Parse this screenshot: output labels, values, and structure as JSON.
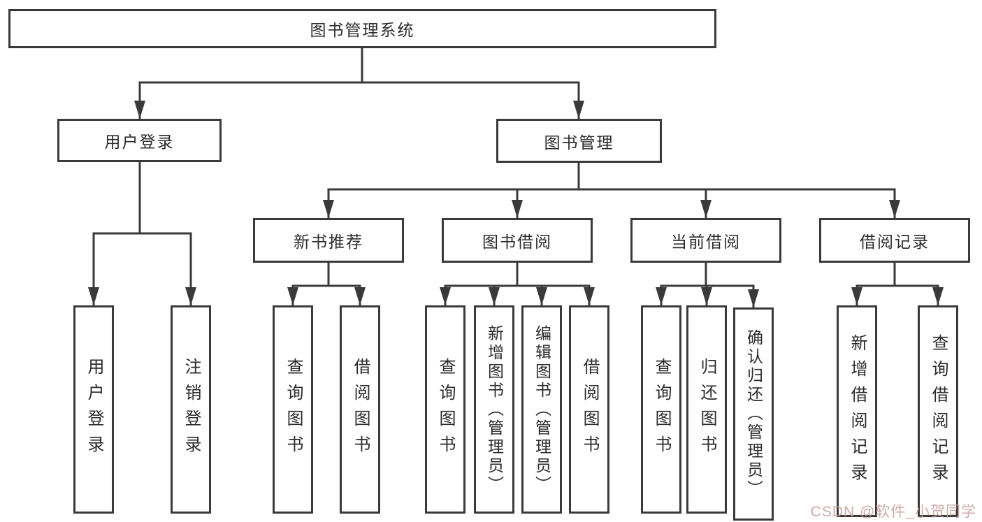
{
  "diagram": {
    "root": {
      "label": "图书管理系统"
    },
    "login": {
      "label": "用户登录",
      "children": [
        {
          "label": "用户登录"
        },
        {
          "label": "注销登录"
        }
      ]
    },
    "management": {
      "label": "图书管理",
      "groups": [
        {
          "label": "新书推荐",
          "children": [
            {
              "label": "查询图书"
            },
            {
              "label": "借阅图书"
            }
          ]
        },
        {
          "label": "图书借阅",
          "children": [
            {
              "label": "查询图书"
            },
            {
              "label": "新增图书（管理员）"
            },
            {
              "label": "编辑图书（管理员）"
            },
            {
              "label": "借阅图书"
            }
          ]
        },
        {
          "label": "当前借阅",
          "children": [
            {
              "label": "查询图书"
            },
            {
              "label": "归还图书"
            },
            {
              "label": "确认归还（管理员）"
            }
          ]
        },
        {
          "label": "借阅记录",
          "children": [
            {
              "label": "新增借阅记录"
            },
            {
              "label": "查询借阅记录"
            }
          ]
        }
      ]
    }
  },
  "watermark": {
    "text": "CSDN @软件_小贺同学",
    "color": "#c9a0a0"
  },
  "colors": {
    "line": "#3a3a3a",
    "box_border": "#3a3a3a",
    "box_fill": "#ffffff",
    "text": "#2b2b2b",
    "background": "#ffffff"
  }
}
